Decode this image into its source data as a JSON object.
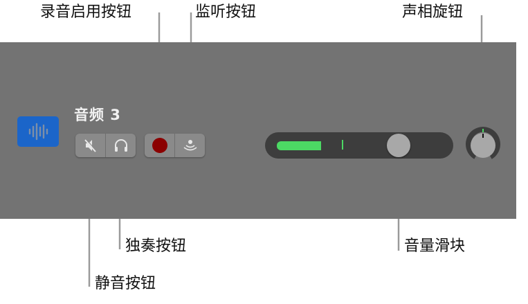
{
  "track": {
    "name": "音频 3",
    "icon": "waveform-icon",
    "icon_color": "#1b65c9"
  },
  "buttons": {
    "mute": {
      "icon": "speaker-muted-icon"
    },
    "solo": {
      "icon": "headphones-icon"
    },
    "record": {
      "icon": "record-dot-icon",
      "color": "#8b0000"
    },
    "monitor": {
      "icon": "monitor-waves-icon"
    }
  },
  "volume": {
    "meter_color": "#4cd964",
    "meter_level_pct": 24,
    "peak_pct": 41,
    "thumb_pct": 71
  },
  "pan": {
    "indicator_color": "#4cd964",
    "value": 0
  },
  "callouts": {
    "record_enable": "录音启用按钮",
    "monitor": "监听按钮",
    "pan_knob": "声相旋钮",
    "solo": "独奏按钮",
    "mute": "静音按钮",
    "volume_slider": "音量滑块"
  },
  "colors": {
    "panel": "#737373",
    "button_group": "#8a8a8a",
    "slider_track": "#3d3d3d"
  }
}
